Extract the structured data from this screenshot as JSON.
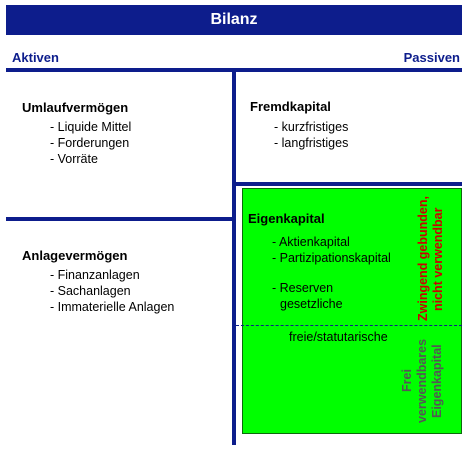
{
  "title": "Bilanz",
  "assets_label": "Aktiven",
  "liabilities_label": "Passiven",
  "current_assets": {
    "heading": "Umlaufvermögen",
    "items": [
      "- Liquide Mittel",
      "- Forderungen",
      "- Vorräte"
    ]
  },
  "fixed_assets": {
    "heading": "Anlagevermögen",
    "items": [
      "- Finanzanlagen",
      "- Sachanlagen",
      "- Immaterielle Anlagen"
    ]
  },
  "debt": {
    "heading": "Fremdkapital",
    "items": [
      "- kurzfristiges",
      "- langfristiges"
    ]
  },
  "equity": {
    "heading": "Eigenkapital",
    "items": [
      "- Aktienkapital",
      "- Partizipationskapital"
    ],
    "reserves_line1": "- Reserven",
    "reserves_line2": "gesetzliche",
    "free_reserves": "freie/statutarische",
    "bound_label_line1": "Zwingend gebunden,",
    "bound_label_line2": "nicht verwendbar",
    "free_label_line1": "Frei",
    "free_label_line2": "verwendbares",
    "free_label_line3": "Eigenkapital"
  },
  "colors": {
    "frame_blue": "#0d1d8c",
    "equity_green": "#00ff00",
    "bound_red": "#cc0000",
    "free_gray": "#555555"
  }
}
